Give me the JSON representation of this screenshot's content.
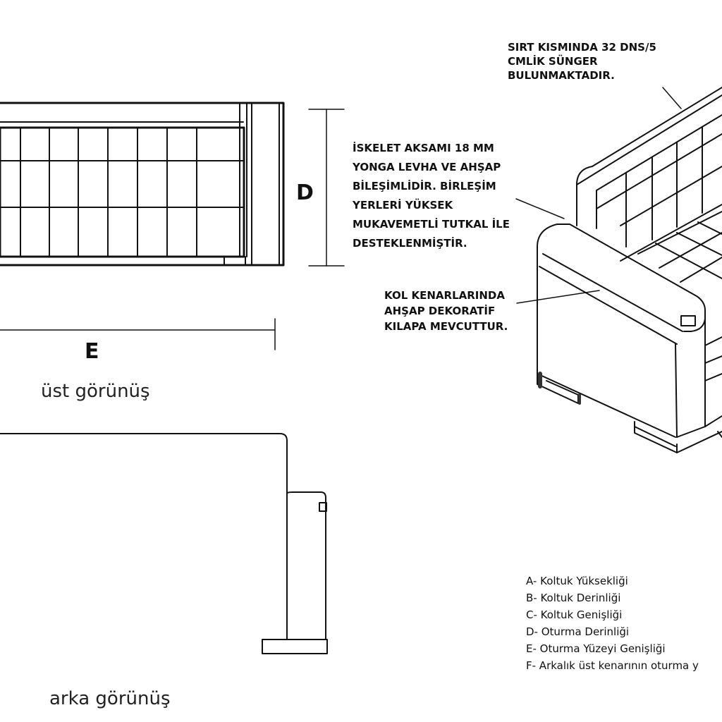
{
  "labels": {
    "dimension_d": "D",
    "dimension_e": "E",
    "top_view": "üst görünüş",
    "back_view": "arka görünüş"
  },
  "notes": {
    "back_foam": "SIRT KISMINDA 32 DNS/5\nCMLİK SÜNGER\nBULUNMAKTADIR.",
    "frame": "İSKELET AKSAMI 18 MM\nYONGA LEVHA VE AHŞAP\nBİLEŞİMLİDİR. BİRLEŞİM\nYERLERİ YÜKSEK\nMUKAVEMETLİ TUTKAL İLE\nDESTEKLENMİŞTİR.",
    "armrest": "KOL KENARLARINDA\nAHŞAP DEKORATİF\nKILAPA MEVCUTTUR."
  },
  "legend": [
    "A- Koltuk Yüksekliği",
    "B- Koltuk Derinliği",
    "C- Koltuk Genişliği",
    "D- Oturma Derinliği",
    "E- Oturma Yüzeyi Genişliği",
    "F- Arkalık üst kenarının oturma y"
  ],
  "colors": {
    "ink": "#111111",
    "background": "#ffffff"
  }
}
